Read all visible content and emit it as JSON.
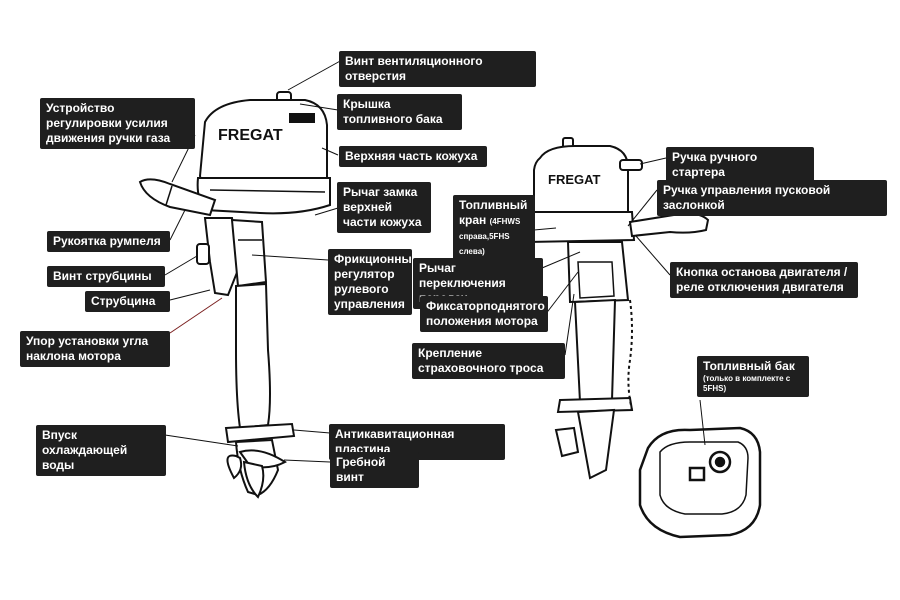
{
  "brand": "FREGAT",
  "labels": {
    "vent_screw": "Винт вентиляционного отверстия",
    "fuel_cap": "Крышка топливного бака",
    "throttle_friction": "Устройство регулировки усилия движения ручки газа",
    "upper_cowling": "Верхняя часть кожуха",
    "cowling_lock_lever": "Рычаг замка верхней части кожуха",
    "tiller_handle": "Рукоятка румпеля",
    "clamp_screw": "Винт струбцины",
    "clamp": "Струбцина",
    "steering_friction": "Фрикционный регулятор рулевого управления",
    "trim_rod": "Упор установки угла наклона мотора",
    "water_inlet": "Впуск охлаждающей воды",
    "anticavitation_plate": "Антикавитационная пластина",
    "propeller": "Гребной винт",
    "starter_handle": "Ручка ручного стартера",
    "choke_knob": "Ручка управления пусковой заслонкой",
    "fuel_cock": "Топливный кран",
    "fuel_cock_note": "(4FHWS справа,5FHS слева)",
    "shift_lever": "Рычаг переключения передач",
    "stop_button": "Кнопка останова двигателя / реле отключения двигателя",
    "tilt_lock": "Фиксаторподнятого положения мотора",
    "lanyard_mount": "Крепление страховочного троса",
    "fuel_tank": "Топливный бак",
    "fuel_tank_note": "(только в комплекте с 5FHS)"
  }
}
